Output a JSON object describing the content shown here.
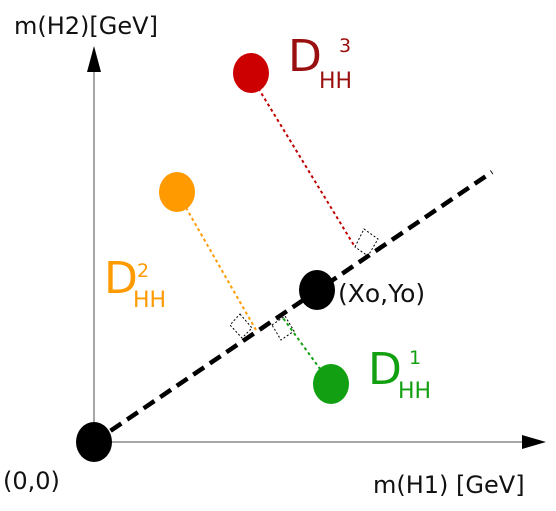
{
  "axes": {
    "y_label": "m(H2)[GeV]",
    "x_label": "m(H1) [GeV]",
    "origin_label": "(0,0)"
  },
  "center_point": {
    "label": "(Xo,Yo)",
    "color": "#000000"
  },
  "distances": [
    {
      "main": "D",
      "sub": "HH",
      "sup": "3",
      "color": "#c00000",
      "label_color": "#9a0f0f"
    },
    {
      "main": "D",
      "sub": "HH",
      "sup": "2",
      "color": "#ff9a00",
      "label_color": "#ff9a00"
    },
    {
      "main": "D",
      "sub": "HH",
      "sup": "1",
      "color": "#12a012",
      "label_color": "#12a012"
    }
  ],
  "colors": {
    "axis": "#8a8a8a",
    "diagonal": "#000000"
  }
}
